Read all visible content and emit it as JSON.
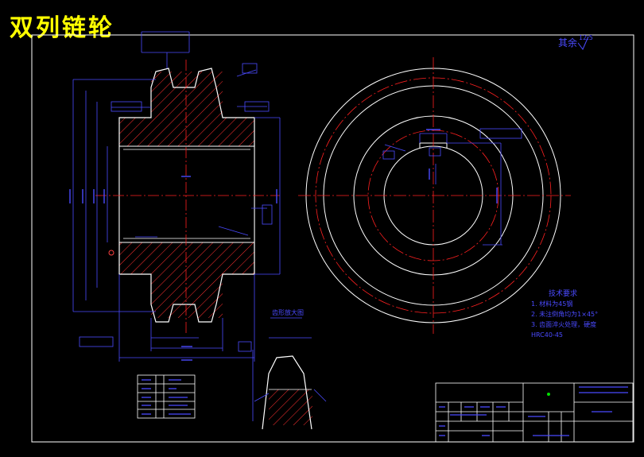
{
  "title": "双列链轮",
  "roughness_note": "其余",
  "roughness_value": "12.5",
  "tech_requirements": {
    "heading": "技术要求",
    "items": [
      "1. 材料为45钢",
      "2. 未注倒角均为1×45°",
      "3. 齿面淬火处理，硬度",
      "   HRC40-45"
    ]
  },
  "detail_label": "齿形放大图",
  "colors": {
    "background": "#000000",
    "outline": "#ffffff",
    "dimension": "#4a4aff",
    "center_line": "#ff2020",
    "hatch": "#ff3030",
    "title_text": "#ffff00",
    "symbol": "#00e000"
  }
}
